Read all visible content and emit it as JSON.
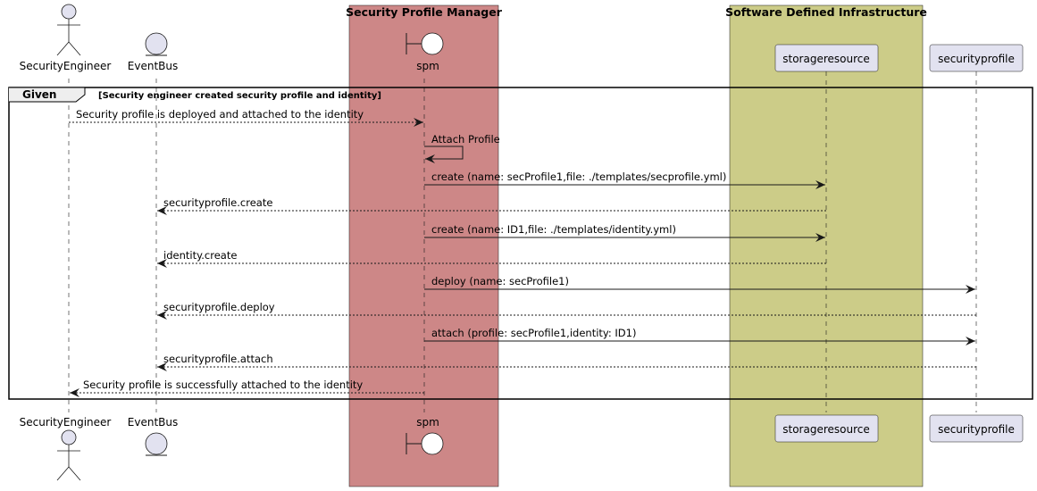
{
  "boxes": [
    {
      "title": "Security Profile Manager",
      "color": "#cd8787"
    },
    {
      "title": "Software Defined Infrastructure",
      "color": "#cccc88"
    }
  ],
  "participants": {
    "engineer": {
      "label": "SecurityEngineer",
      "shape": "actor"
    },
    "eventbus": {
      "label": "EventBus",
      "shape": "entity"
    },
    "spm": {
      "label": "spm",
      "shape": "boundary"
    },
    "storage": {
      "label": "storageresource",
      "shape": "participant"
    },
    "secprofile": {
      "label": "securityprofile",
      "shape": "participant"
    }
  },
  "fragment": {
    "keyword": "Given",
    "guard": "[Security engineer created security profile and identity]"
  },
  "messages": [
    {
      "label": "Security profile is deployed and attached to the identity",
      "from": "engineer",
      "to": "spm",
      "style": "dashed"
    },
    {
      "label": "Attach Profile",
      "from": "spm",
      "to": "spm",
      "style": "self"
    },
    {
      "label": "create (name: secProfile1,file: ./templates/secprofile.yml)",
      "from": "spm",
      "to": "storage",
      "style": "solid"
    },
    {
      "label": "securityprofile.create",
      "from": "storage",
      "to": "eventbus",
      "style": "dashed"
    },
    {
      "label": "create (name: ID1,file: ./templates/identity.yml)",
      "from": "spm",
      "to": "storage",
      "style": "solid"
    },
    {
      "label": "identity.create",
      "from": "storage",
      "to": "eventbus",
      "style": "dashed"
    },
    {
      "label": "deploy (name: secProfile1)",
      "from": "spm",
      "to": "secprofile",
      "style": "solid"
    },
    {
      "label": "securityprofile.deploy",
      "from": "secprofile",
      "to": "eventbus",
      "style": "dashed"
    },
    {
      "label": "attach (profile: secProfile1,identity: ID1)",
      "from": "spm",
      "to": "secprofile",
      "style": "solid"
    },
    {
      "label": "securityprofile.attach",
      "from": "secprofile",
      "to": "eventbus",
      "style": "dashed"
    },
    {
      "label": "Security profile is successfully attached to the identity",
      "from": "spm",
      "to": "engineer",
      "style": "dashed"
    }
  ]
}
